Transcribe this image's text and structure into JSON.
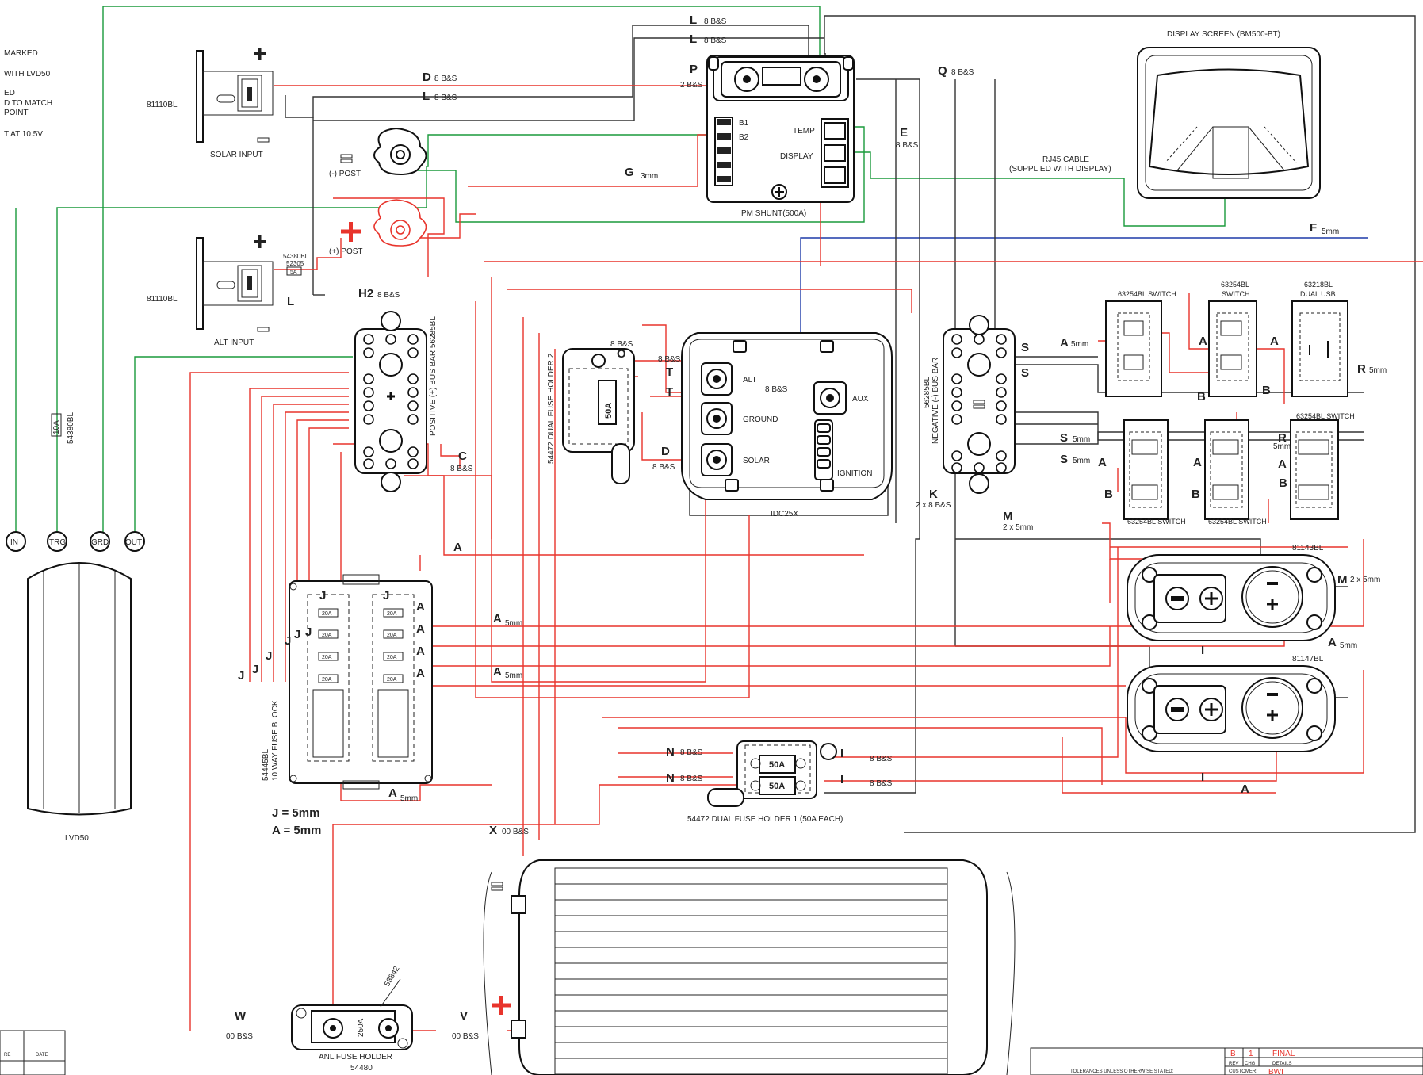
{
  "notes": {
    "n1": "MARKED",
    "n2": "WITH LVD50",
    "n3": "ED",
    "n4": "D TO MATCH",
    "n5": "POINT",
    "n6": "T AT 10.5V"
  },
  "components": {
    "solar_input": "SOLAR INPUT",
    "solar_part": "81110BL",
    "alt_input": "ALT INPUT",
    "alt_part": "81110BL",
    "inline_fuse_part": "54380BL",
    "inline_fuse_code": "52305",
    "inline_fuse_rating": "5A",
    "neg_post": "(-) POST",
    "pos_post": "(+) POST",
    "lvd_fuse": "10A",
    "lvd_fuse_part": "54380BL",
    "lvd_name": "LVD50",
    "lvd_in": "IN",
    "lvd_trg": "TRG",
    "lvd_grd": "GRD",
    "lvd_out": "OUT",
    "pm_shunt": "PM SHUNT(500A)",
    "shunt_b1": "B1",
    "shunt_b2": "B2",
    "shunt_temp": "TEMP",
    "shunt_display": "DISPLAY",
    "display_screen": "DISPLAY SCREEN (BM500-BT)",
    "rj45_1": "RJ45 CABLE",
    "rj45_2": "(SUPPLIED WITH DISPLAY)",
    "pos_busbar": "POSITIVE (+) BUS BAR 56285BL",
    "neg_busbar_1": "56285BL",
    "neg_busbar_2": "NEGATIVE (-) BUS BAR",
    "dual_fuse_2": "54472 DUAL FUSE HOLDER 2",
    "fuse_50a": "50A",
    "idc": "IDC25X",
    "idc_alt": "ALT",
    "idc_aux": "AUX",
    "idc_ground": "GROUND",
    "idc_solar": "SOLAR",
    "idc_ignition": "IGNITION",
    "idc_8bs": "8 B&S",
    "switch_a": "63254BL SWITCH",
    "switch_b1": "63254BL",
    "switch_b2": "SWITCH",
    "usb_1": "63218BL",
    "usb_2": "DUAL USB",
    "switch_c": "63254BL SWITCH",
    "switch_d": "63254BL SWITCH",
    "switch_e": "63254BL SWITCH",
    "socket_1": "81143BL",
    "socket_2": "81147BL",
    "fuse_block_1": "54445BL",
    "fuse_block_2": "10 WAY FUSE BLOCK",
    "fuse_20a": "20A",
    "dual_fuse_1": "54472 DUAL FUSE HOLDER 1  (50A EACH)",
    "legend_j": "J = 5mm",
    "legend_a": "A = 5mm",
    "anl_1": "ANL FUSE HOLDER",
    "anl_2": "54480",
    "anl_part": "53842",
    "anl_rating": "250A"
  },
  "wires": {
    "L1": "L",
    "L1s": "8 B&S",
    "L2": "L",
    "L2s": "8 B&S",
    "P": "P",
    "Ps": "2 B&S",
    "D": "D",
    "Ds": "8 B&S",
    "L3": "L",
    "L3s": "8 B&S",
    "Q": "Q",
    "Qs": "8 B&S",
    "E": "E",
    "Es": "8 B&S",
    "G": "G",
    "Gs": "3mm",
    "F": "F",
    "Fs": "5mm",
    "L4": "L",
    "H2": "H2",
    "H2s": "8 B&S",
    "O": "O",
    "Os": "8 B&S",
    "T1": "T",
    "T1s": "8 B&S",
    "T2": "T",
    "D2": "D",
    "D2s": "8 B&S",
    "C": "C",
    "Cs": "8 B&S",
    "K": "K",
    "Ks": "2 x 8 B&S",
    "M": "M",
    "Ms": "2 x 5mm",
    "S1": "S",
    "S2": "S",
    "S3": "S",
    "S3s": "5mm",
    "S4": "S",
    "S4s": "5mm",
    "A": "A",
    "As": "5mm",
    "B": "B",
    "R": "R",
    "Rs": "5mm",
    "M2": "M",
    "M2s": "2 x 5mm",
    "I": "I",
    "N": "N",
    "Ns": "8 B&S",
    "X": "X",
    "Xs": "00 B&S",
    "W": "W",
    "Ws": "00 B&S",
    "V": "V",
    "Vs": "00 B&S",
    "J": "J"
  },
  "title_block": {
    "rev": "B",
    "chg": "1",
    "details": "FINAL",
    "rev_h": "REV",
    "chg_h": "CHG",
    "details_h": "DETAILS",
    "customer_h": "CUSTOMER:",
    "customer": "BWI",
    "tolerances": "TOLERANCES UNLESS OTHERWISE STATED:",
    "re": "RE",
    "date": "DATE"
  }
}
